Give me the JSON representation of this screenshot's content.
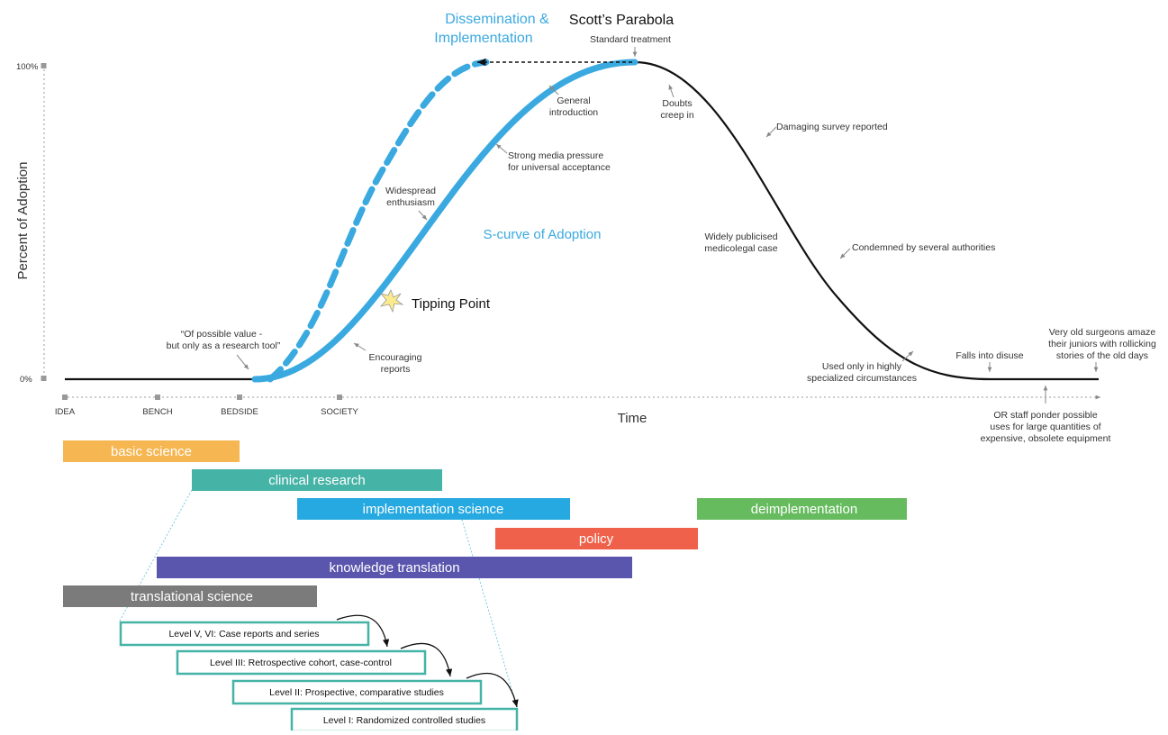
{
  "headings": {
    "dissemination": [
      "Dissemination &",
      "Implementation"
    ],
    "scotts_parabola": "Scott’s Parabola",
    "standard_treatment": "Standard treatment",
    "s_curve": "S-curve of Adoption",
    "tipping_point": "Tipping Point"
  },
  "axes": {
    "y_label": "Percent of Adoption",
    "y_ticks": [
      "100%",
      "0%"
    ],
    "x_label": "Time",
    "x_ticks": [
      "IDEA",
      "BENCH",
      "BEDSIDE",
      "SOCIETY"
    ]
  },
  "annotations": {
    "possible_value": [
      "“Of possible value -",
      "but only as a research tool”"
    ],
    "encouraging": [
      "Encouraging",
      "reports"
    ],
    "widespread": [
      "Widespread",
      "enthusiasm"
    ],
    "media": [
      "Strong media pressure",
      "for universal acceptance"
    ],
    "general": [
      "General",
      "introduction"
    ],
    "doubts": [
      "Doubts",
      "creep in"
    ],
    "damaging": [
      "Damaging survey reported"
    ],
    "medicolegal": [
      "Widely publicised",
      "medicolegal case"
    ],
    "condemned": [
      "Condemned by several authorities"
    ],
    "specialized": [
      "Used only in highly",
      "specialized circumstances"
    ],
    "disuse": [
      "Falls into disuse"
    ],
    "old_surgeons": [
      "Very old surgeons amaze",
      "their juniors with rollicking",
      "stories of the old days"
    ],
    "or_staff": [
      "OR staff ponder possible",
      "uses for large quantities of",
      "expensive, obsolete equipment"
    ]
  },
  "bands": [
    {
      "label": "basic science",
      "color": "#f6b651"
    },
    {
      "label": "clinical research",
      "color": "#45b3a6"
    },
    {
      "label": "implementation science",
      "color": "#26a9e0"
    },
    {
      "label": "deimplementation",
      "color": "#66bb5e"
    },
    {
      "label": "policy",
      "color": "#f0614b"
    },
    {
      "label": "knowledge translation",
      "color": "#5a55ad"
    },
    {
      "label": "translational science",
      "color": "#7b7b7b"
    }
  ],
  "levels": [
    {
      "label": "Level V, VI: Case reports and series"
    },
    {
      "label": "Level III: Retrospective cohort, case-control"
    },
    {
      "label": "Level II: Prospective, comparative studies"
    },
    {
      "label": "Level I: Randomized controlled studies"
    }
  ],
  "colors": {
    "blue": "#3aa9e0",
    "black": "#111111",
    "teal_border": "#45b3a6",
    "grey": "#888888"
  }
}
